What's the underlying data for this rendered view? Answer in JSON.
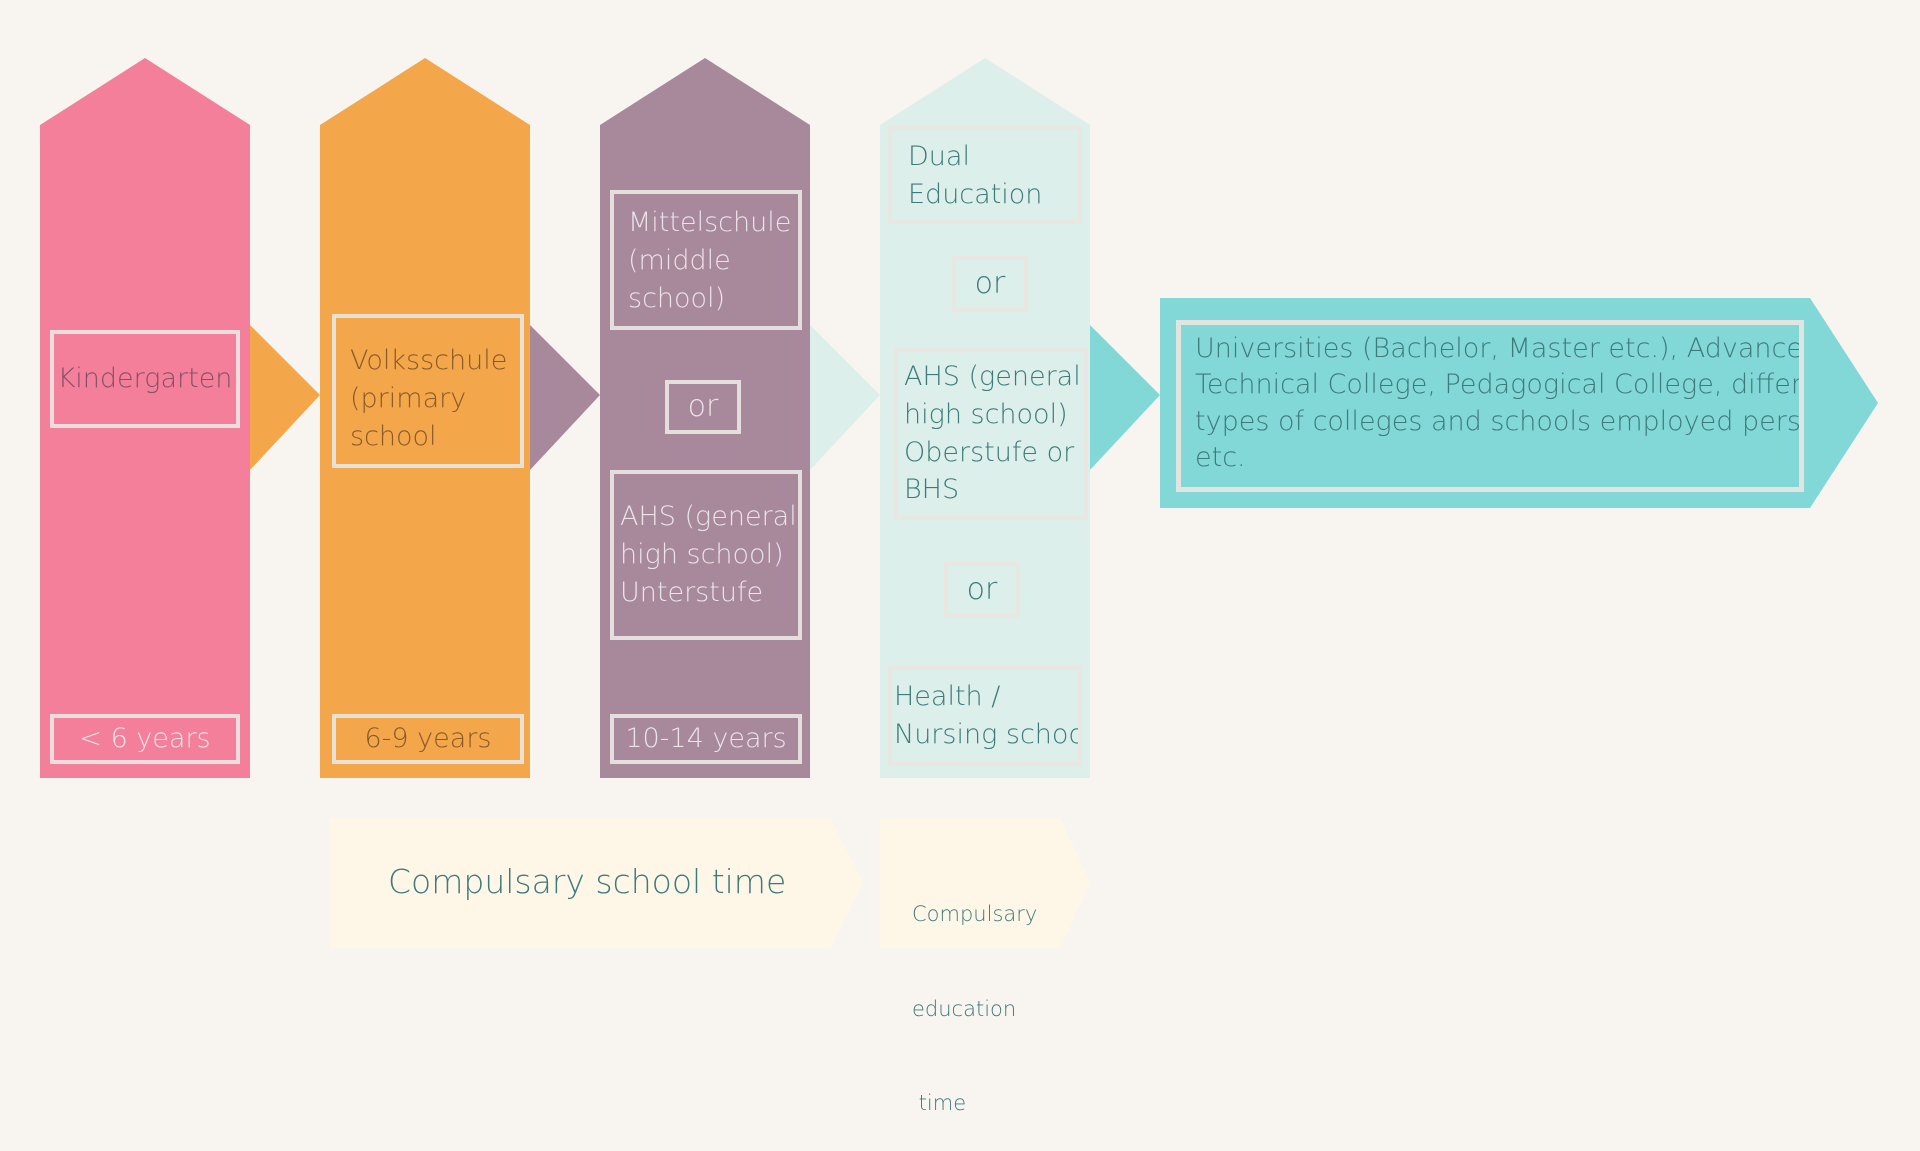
{
  "colors": {
    "kindergarten": "#f47f9b",
    "primary": "#f3a64a",
    "middle": "#a8889b",
    "upper": "#dcefeb",
    "university": "#82d8d7",
    "band": "#fef7e8",
    "text_teal": "#3d7a7a"
  },
  "columns": {
    "kindergarten": {
      "label": "Kindergarten",
      "age": "< 6 years"
    },
    "primary": {
      "label_lines": [
        "Volksschule",
        "(primary",
        "school"
      ],
      "age": "6-9 years"
    },
    "middle": {
      "option1_lines": [
        "Mittelschule",
        "(middle",
        "school)"
      ],
      "or": "or",
      "option2_lines": [
        "AHS (general",
        "high school)",
        "Unterstufe"
      ],
      "age": "10-14 years"
    },
    "upper": {
      "option1_lines": [
        "Dual",
        "Education"
      ],
      "or1": "or",
      "option2_lines": [
        "AHS (general",
        "high school)",
        "Oberstufe or",
        "BHS"
      ],
      "or2": "or",
      "option3_lines": [
        "Health /",
        "Nursing school"
      ]
    }
  },
  "university": {
    "lines": [
      "Universities (Bachelor, Master etc.), Advanced",
      "Technical College, Pedagogical College, different",
      "types of colleges and schools employed persons",
      "etc."
    ]
  },
  "bands": {
    "compulsory_school": "Compulsary school time",
    "compulsory_education_lines": [
      "Compulsary",
      "education",
      " time"
    ]
  }
}
